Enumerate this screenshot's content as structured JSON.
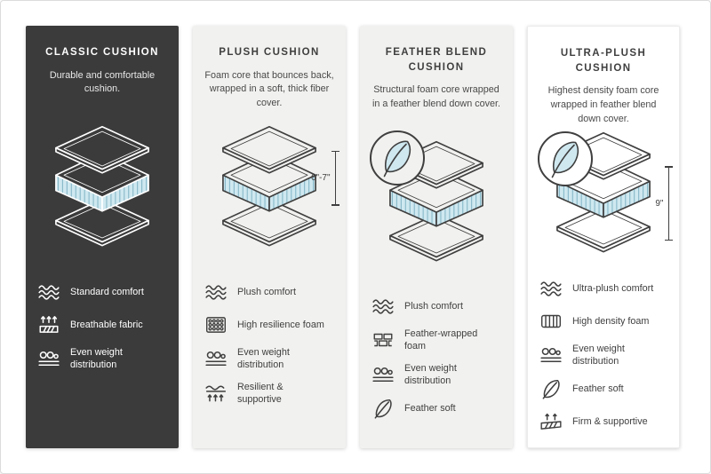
{
  "infographic": {
    "type": "cushion-comparison",
    "colors": {
      "dark_card_bg": "#3b3b3b",
      "light_card_bg": "#f1f1ef",
      "white_card_bg": "#ffffff",
      "accent_blue": "#cfe8f0",
      "line_dark": "#3f3f3f",
      "line_light": "#ffffff"
    }
  },
  "cards": [
    {
      "title": "CLASSIC CUSHION",
      "description": "Durable and comfortable cushion.",
      "theme": "dark",
      "features": [
        {
          "icon": "wave-icon",
          "label": "Standard comfort"
        },
        {
          "icon": "breathable-fabric-icon",
          "label": "Breathable fabric"
        },
        {
          "icon": "even-weight-icon",
          "label": "Even weight distribution"
        }
      ]
    },
    {
      "title": "PLUSH CUSHION",
      "description": "Foam core that bounces back, wrapped in a soft, thick fiber cover.",
      "theme": "light",
      "measurement": "6\"-7\"",
      "features": [
        {
          "icon": "wave-icon",
          "label": "Plush comfort"
        },
        {
          "icon": "resilience-foam-icon",
          "label": "High resilience foam"
        },
        {
          "icon": "even-weight-icon",
          "label": "Even weight distribution"
        },
        {
          "icon": "spring-support-icon",
          "label": "Resilient & supportive"
        }
      ]
    },
    {
      "title": "FEATHER BLEND CUSHION",
      "description": "Structural foam core wrapped in a feather blend down cover.",
      "theme": "light",
      "has_feather_badge": true,
      "features": [
        {
          "icon": "wave-icon",
          "label": "Plush comfort"
        },
        {
          "icon": "feather-wrapped-foam-icon",
          "label": "Feather-wrapped foam"
        },
        {
          "icon": "even-weight-icon",
          "label": "Even weight distribution"
        },
        {
          "icon": "feather-icon",
          "label": "Feather soft"
        }
      ]
    },
    {
      "title": "ULTRA-PLUSH CUSHION",
      "description": "Highest density foam core wrapped in feather blend down cover.",
      "theme": "white",
      "measurement": "9\"",
      "has_feather_badge": true,
      "features": [
        {
          "icon": "wave-icon",
          "label": "Ultra-plush comfort"
        },
        {
          "icon": "density-foam-icon",
          "label": "High density foam"
        },
        {
          "icon": "even-weight-icon",
          "label": "Even weight distribution"
        },
        {
          "icon": "feather-icon",
          "label": "Feather soft"
        },
        {
          "icon": "firm-support-icon",
          "label": "Firm & supportive"
        }
      ]
    }
  ]
}
